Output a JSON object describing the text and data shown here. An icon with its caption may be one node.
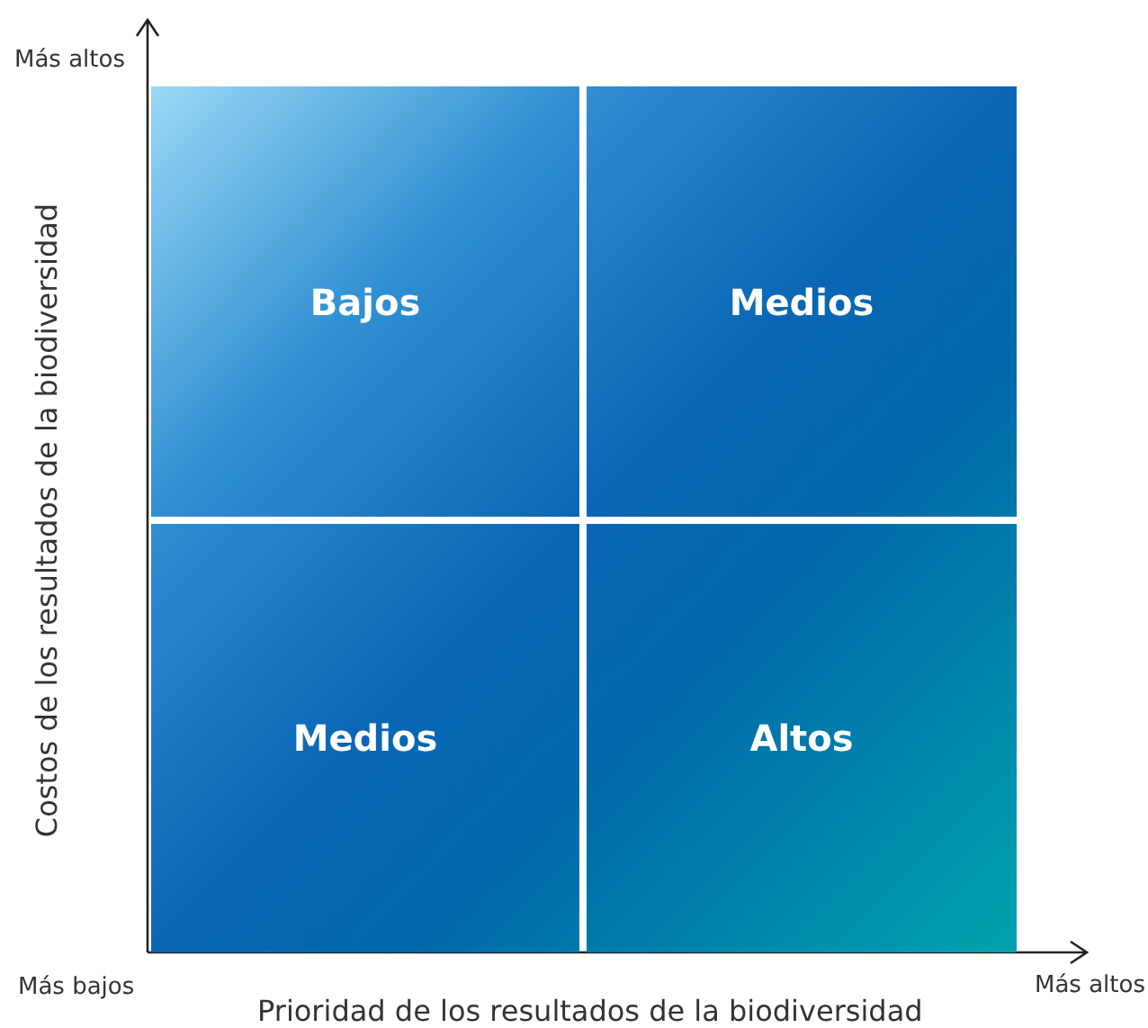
{
  "diagram": {
    "nodes": [
      {
        "text": [
          "Bajos"
        ]
      },
      {
        "text": [
          "Medios"
        ]
      },
      {
        "text": [
          "Medios"
        ]
      },
      {
        "text": [
          "Altos"
        ]
      }
    ],
    "labels": [
      "Más altos",
      "Costos de los resultados de la biodiversidad",
      "Más bajos",
      "Prioridad de los resultados de la biodiversidad",
      "Más altos"
    ]
  }
}
